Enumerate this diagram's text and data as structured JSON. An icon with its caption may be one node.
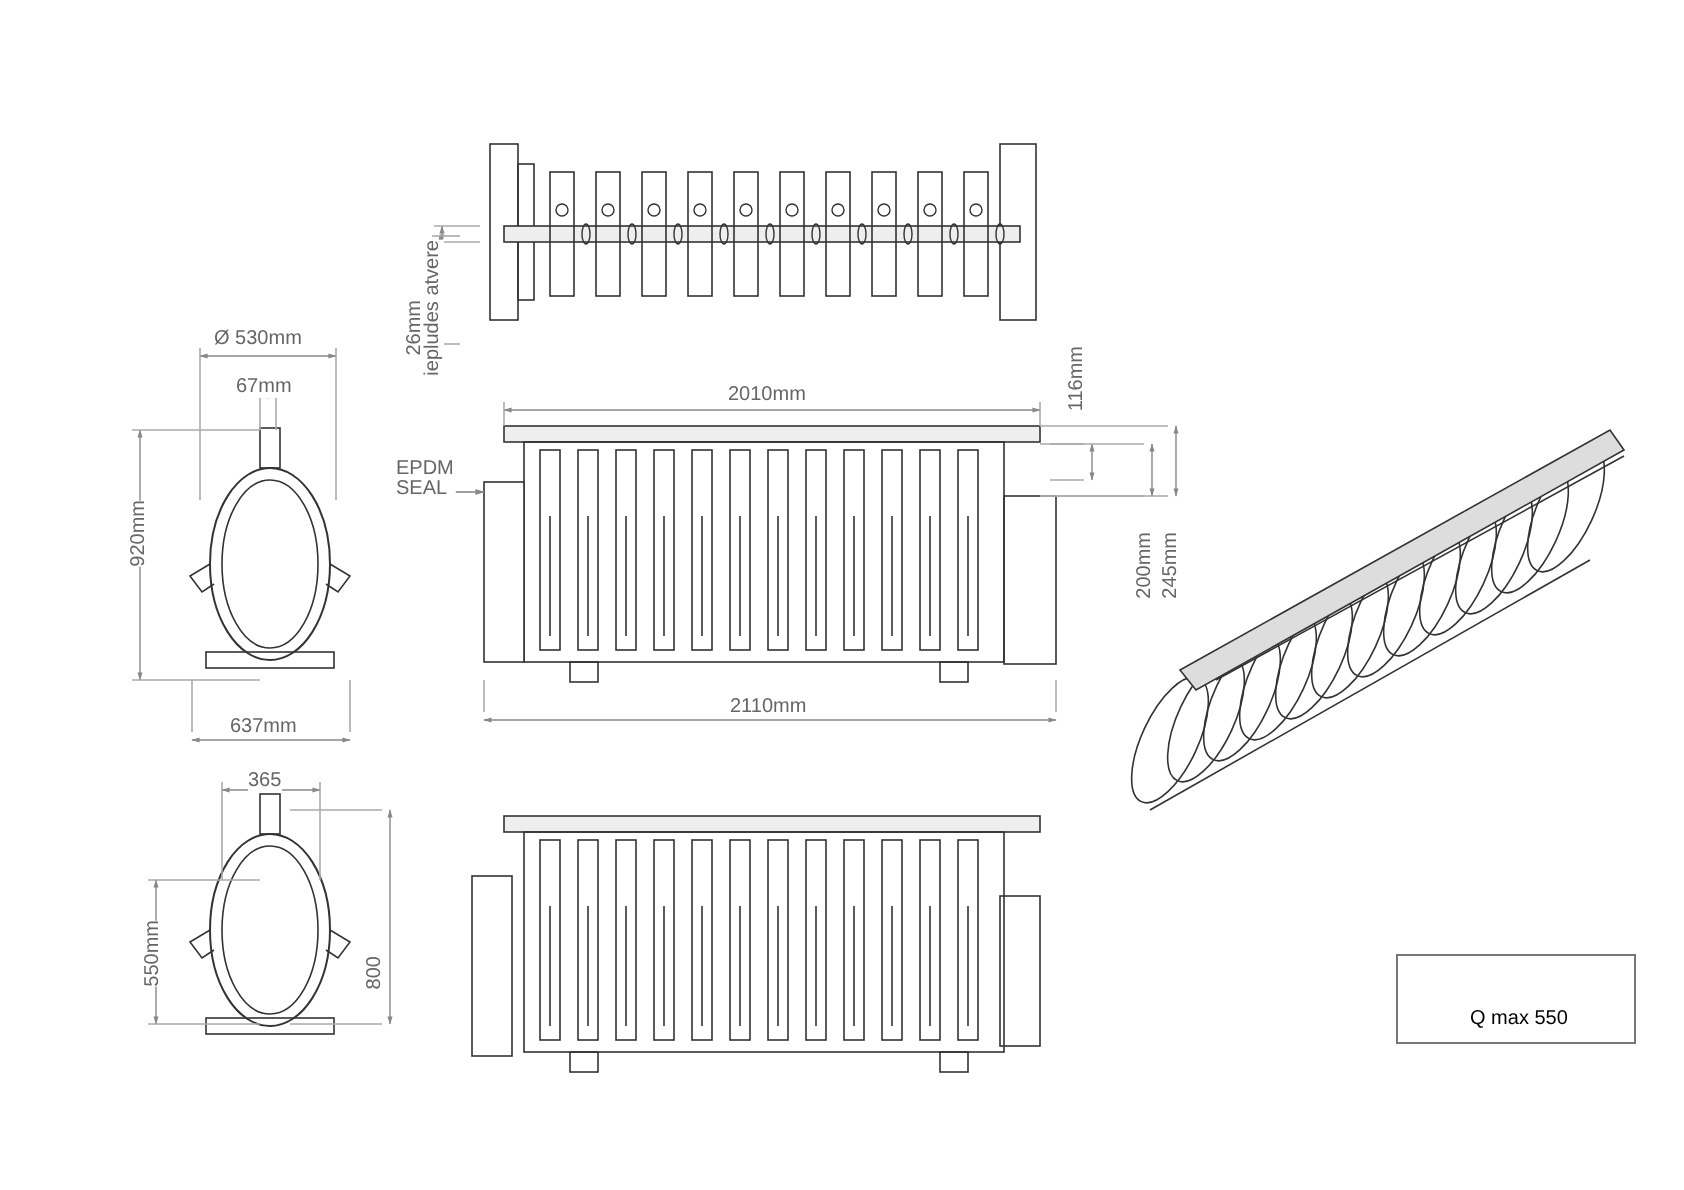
{
  "diagram": {
    "nodes": [
      {
        "text": [
          "EPDM SEAL"
        ]
      },
      {
        "text": [
          "Q max 550"
        ]
      },
      {
        "text": [],
        "shape": "box"
      }
    ],
    "edges": [
      {
        "from": 0,
        "to": 2,
        "arrow": "to"
      }
    ],
    "labels": [
      "26mm",
      "iepludes atvere",
      "Ø 530mm",
      "67mm",
      "2010mm",
      "116mm",
      "920mm",
      "200mm",
      "245mm",
      "637mm",
      "2110mm",
      "365",
      "550mm",
      "800"
    ]
  }
}
